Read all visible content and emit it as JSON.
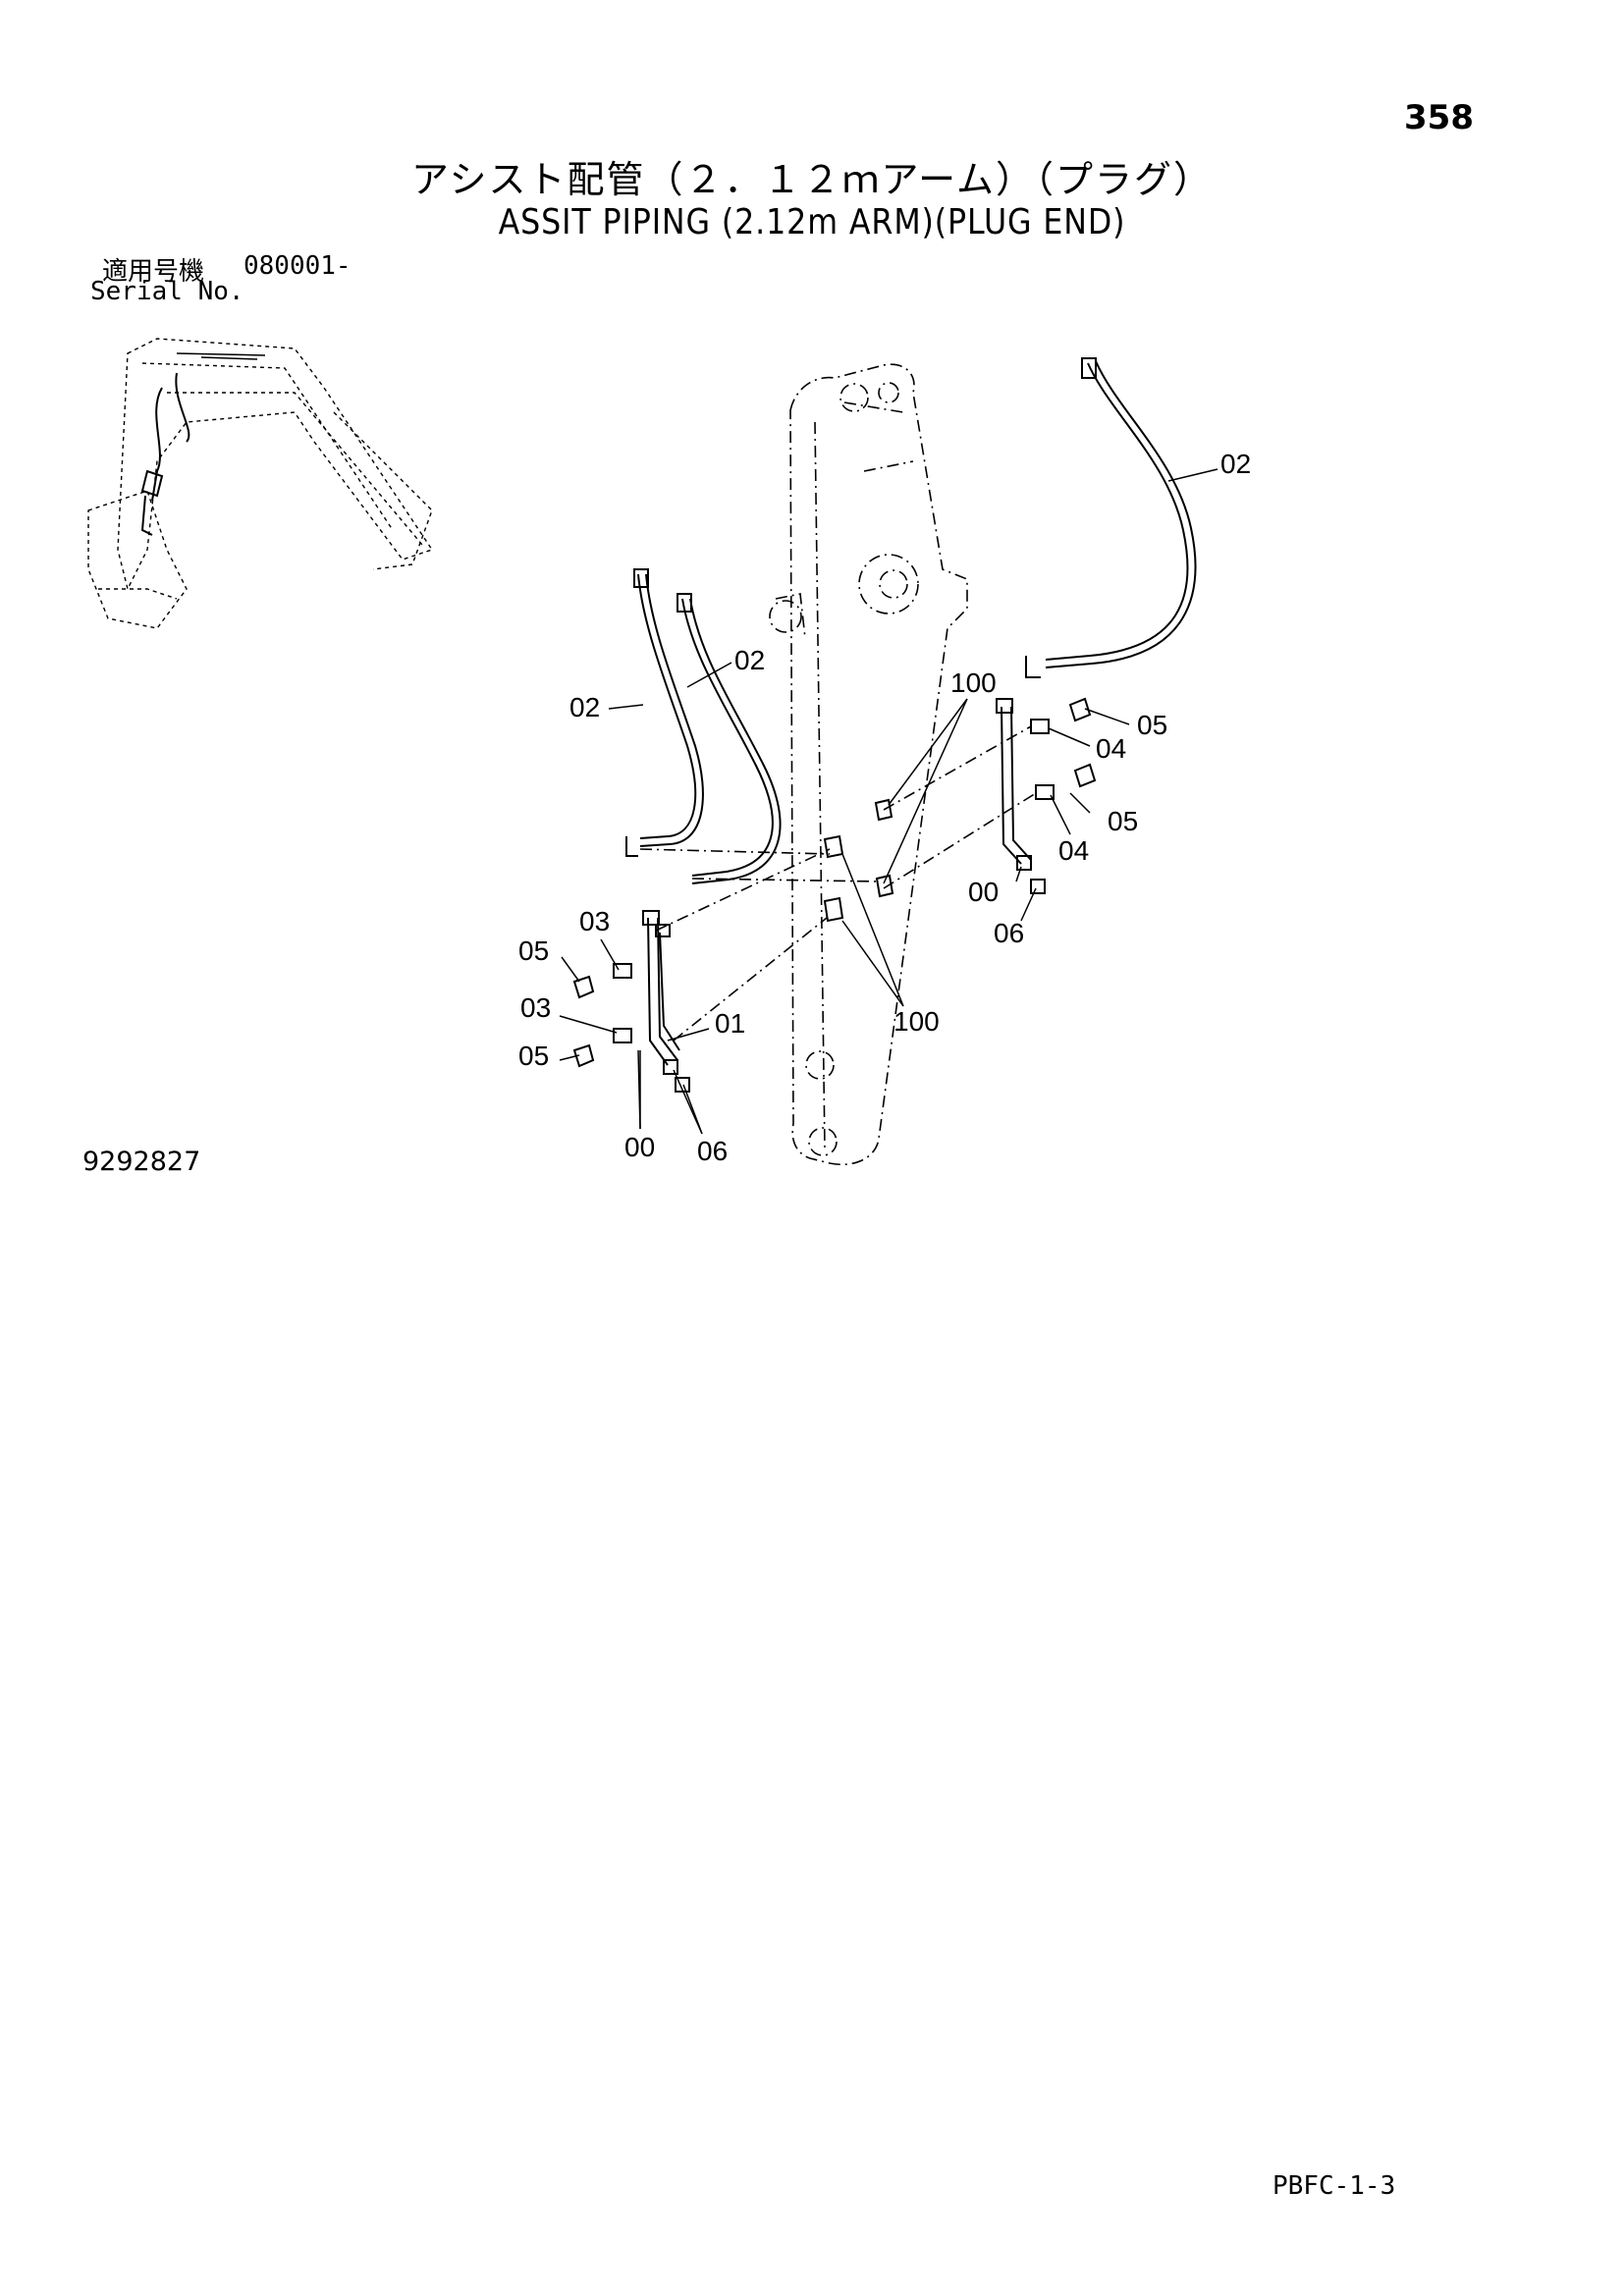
{
  "header": {
    "page_number": "358",
    "title_jp": "アシスト配管（２．１２ｍアーム）（プラグ）",
    "title_en": "ASSIT PIPING (2.12m ARM)(PLUG END)"
  },
  "serial": {
    "label_jp": "適用号機",
    "value": "080001-",
    "label_en": "Serial No."
  },
  "callouts": {
    "c02_top": "02",
    "c02_mid": "02",
    "c02_left": "02",
    "c100_top": "100",
    "c100_bottom": "100",
    "c05_r1": "05",
    "c04_r1": "04",
    "c05_r2": "05",
    "c04_r2": "04",
    "c00_right": "00",
    "c06_right": "06",
    "c03_l1": "03",
    "c05_l1": "05",
    "c03_l2": "03",
    "c05_l2": "05",
    "c01": "01",
    "c00_left": "00",
    "c06_left": "06"
  },
  "footer": {
    "drawing_number": "9292827",
    "page_code": "PBFC-1-3"
  }
}
